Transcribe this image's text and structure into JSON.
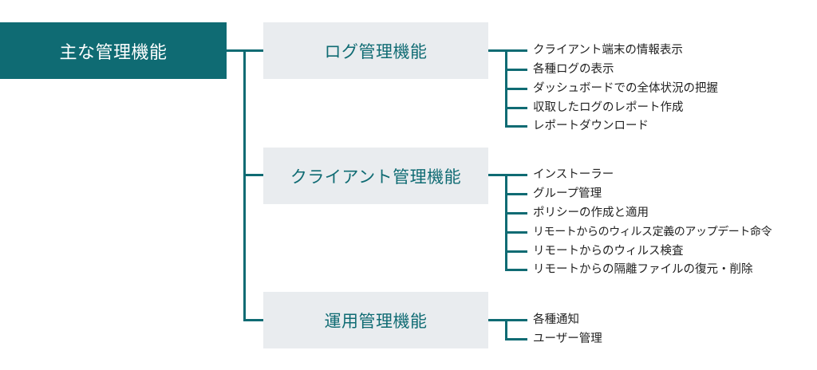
{
  "root": {
    "label": "主な管理機能"
  },
  "categories": [
    {
      "label": "ログ管理機能",
      "items": [
        "クライアント端末の情報表示",
        "各種ログの表示",
        "ダッシュボードでの全体状況の把握",
        "収取したログのレポート作成",
        "レポートダウンロード"
      ]
    },
    {
      "label": "クライアント管理機能",
      "items": [
        "インストーラー",
        "グループ管理",
        "ポリシーの作成と適用",
        "リモートからのウィルス定義のアップデート命令",
        "リモートからのウィルス検査",
        "リモートからの隔離ファイルの復元・削除"
      ]
    },
    {
      "label": "運用管理機能",
      "items": [
        "各種通知",
        "ユーザー管理"
      ]
    }
  ],
  "colors": {
    "accent": "#0f6b73",
    "category_bg": "#e9ecef",
    "text": "#222222"
  }
}
